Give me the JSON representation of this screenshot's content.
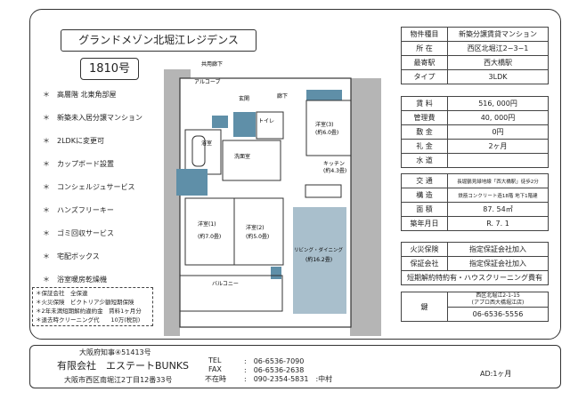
{
  "title": "グランドメゾン北堀江レジデンス",
  "room_number": "1810号",
  "features": [
    "高層階 北東角部屋",
    "新築未入居分譲マンション",
    "2LDKに変更可",
    "カップボード設置",
    "コンシェルジュサービス",
    "ハンズフリーキー",
    "ゴミ回収サービス",
    "宅配ボックス",
    "浴室暖房乾燥機"
  ],
  "feature_bullet": "＊",
  "notes": [
    "＊保証会社　全保連",
    "＊火災保険　ビクトリア少額短期保険",
    "＊2年未満短期解約違約金　賃料1ヶ月分",
    "＊退去時クリーニング代　　10万(税別)"
  ],
  "plan_labels": {
    "hall": "共用廊下",
    "alcove": "アルコーブ",
    "entrance": "玄関",
    "corridor": "廊下",
    "toilet": "トイレ",
    "bath": "浴室",
    "washroom": "洗面室",
    "western3": "洋室(3)",
    "western1": "洋室(1)",
    "western2": "洋室(2)",
    "kitchen": "キッチン",
    "ld": "リビング・ダイニング",
    "ld_size": "(約16.2畳)",
    "balcony": "バルコニー",
    "w3_size": "(約6.0畳)",
    "w1_size": "(約7.0畳)",
    "w2_size": "(約5.0畳)",
    "k_size": "(約4.3畳)"
  },
  "table1": [
    [
      "物件種目",
      "新築分譲賃貸マンション"
    ],
    [
      "所 在",
      "西区北堀江2−3−1"
    ],
    [
      "最寄駅",
      "西大橋駅"
    ],
    [
      "タイプ",
      "3LDK"
    ]
  ],
  "table2": [
    [
      "賃 料",
      "516, 000円"
    ],
    [
      "管理費",
      "40, 000円"
    ],
    [
      "敷 金",
      "0円"
    ],
    [
      "礼 金",
      "2ヶ月"
    ],
    [
      "水 道",
      ""
    ]
  ],
  "table3": [
    [
      "交 通",
      "長堀鶴見緑地線「西大橋駅」徒歩2分"
    ],
    [
      "構 造",
      "鉄筋コンクリート造18階 地下1階建"
    ],
    [
      "面 積",
      "87. 54㎡"
    ],
    [
      "築年月日",
      "R. 7. 1"
    ]
  ],
  "table4": [
    [
      "火災保険",
      "指定保証会社加入"
    ],
    [
      "保証会社",
      "指定保証会社加入"
    ]
  ],
  "table4_note": "短期解約特約有・ハウスクリーニング費有",
  "key": {
    "label": "鍵",
    "address": "西区北堀江2-1-15",
    "shop": "(アプロ西大橋堀江店)",
    "phone": "06-6536-5556"
  },
  "footer": {
    "license": "大阪府知事④51413号",
    "company": "有限会社　エステートBUNKS",
    "address": "大阪市西区南堀江2丁目12番33号",
    "tel_label": "TEL",
    "tel": ":　06-6536-7090",
    "fax_label": "FAX",
    "fax": ":　06-6536-2638",
    "absent_label": "不在時",
    "absent": ":　090-2354-5831　:中村",
    "ad": "AD:1ヶ月"
  },
  "colors": {
    "closet": "#5f8fa8",
    "living": "#a9bfcc",
    "wall": "#b5b5b5"
  }
}
